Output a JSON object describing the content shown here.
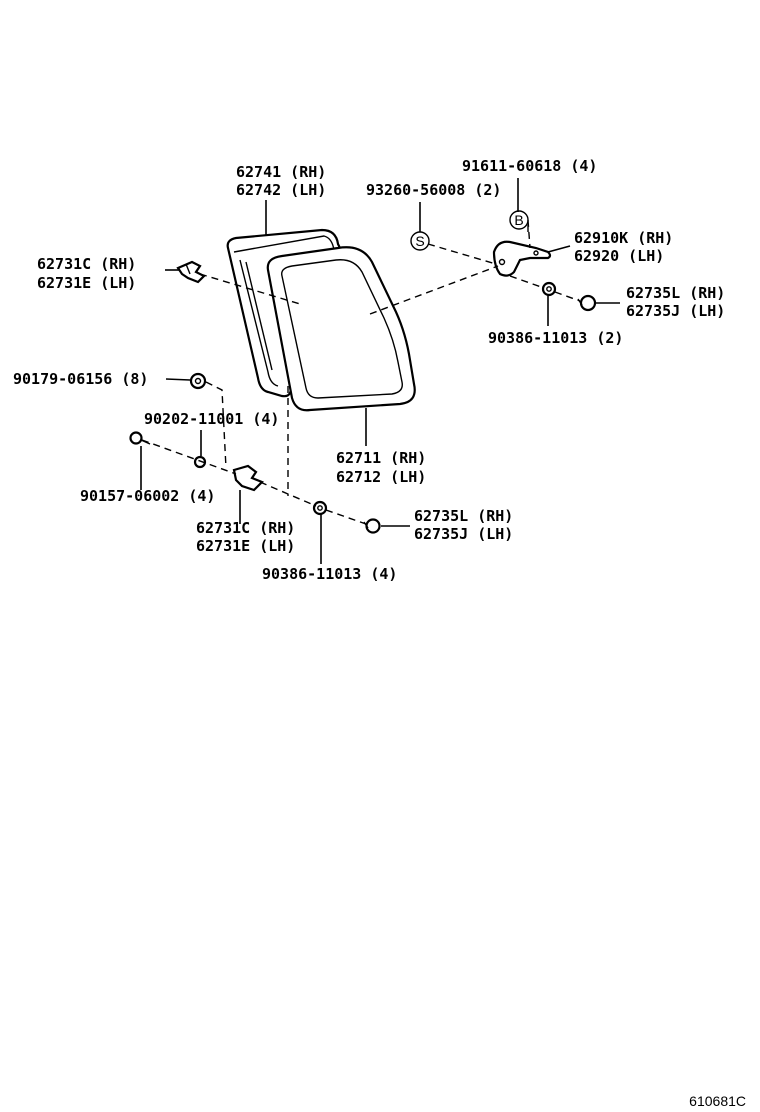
{
  "labels": {
    "weatherstrip": [
      "62741 (RH)",
      "62742 (LH)"
    ],
    "clip_upper": [
      "62731C (RH)",
      "62731E (LH)"
    ],
    "screw_upper": "91611-60618 (4)",
    "cap_s": "93260-56008 (2)",
    "marker_b": "B",
    "marker_s": "S",
    "hinge": [
      "62910K (RH)",
      "62920 (LH)"
    ],
    "cover_upper": [
      "62735L (RH)",
      "62735J (LH)"
    ],
    "nut_upper": "90386-11013 (2)",
    "clip_nut": "90179-06156 (8)",
    "washer": "90202-11001 (4)",
    "glass": [
      "62711 (RH)",
      "62712 (LH)"
    ],
    "bolt": "90157-06002 (4)",
    "cover_lower": [
      "62735L (RH)",
      "62735J (LH)"
    ],
    "clip_lower": [
      "62731C (RH)",
      "62731E (LH)"
    ],
    "nut_lower": "90386-11013 (4)"
  },
  "figure_ref": "610681C"
}
